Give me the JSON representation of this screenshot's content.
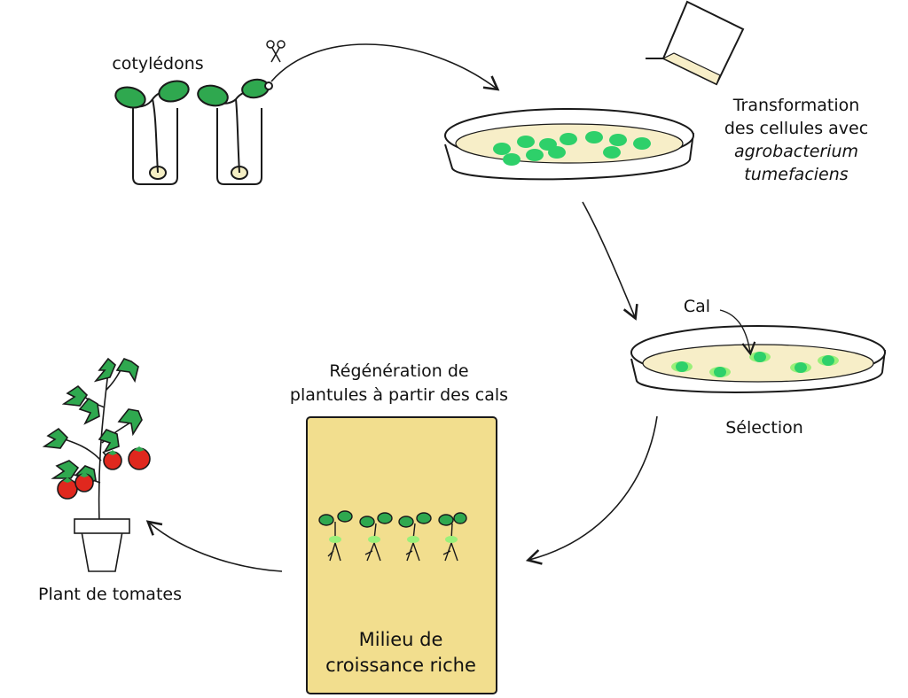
{
  "labels": {
    "cotyledons": "cotylédons",
    "transformation_line1": "Transformation",
    "transformation_line2": "des cellules avec",
    "transformation_line3": "agrobacterium",
    "transformation_line4": "tumefaciens",
    "cal": "Cal",
    "selection": "Sélection",
    "regeneration_line1": "Régénération de",
    "regeneration_line2": "plantules à partir des cals",
    "medium_line1": "Milieu de",
    "medium_line2": "croissance riche",
    "tomato_plant": "Plant de tomates"
  },
  "colors": {
    "leaf_green": "#2fa84f",
    "cell_green": "#2ed06a",
    "callus_light": "#9af07a",
    "medium_cream": "#f7eec8",
    "medium_box": "#f2de8e",
    "tomato_red": "#e0281e",
    "ink": "#1a1a1a"
  }
}
